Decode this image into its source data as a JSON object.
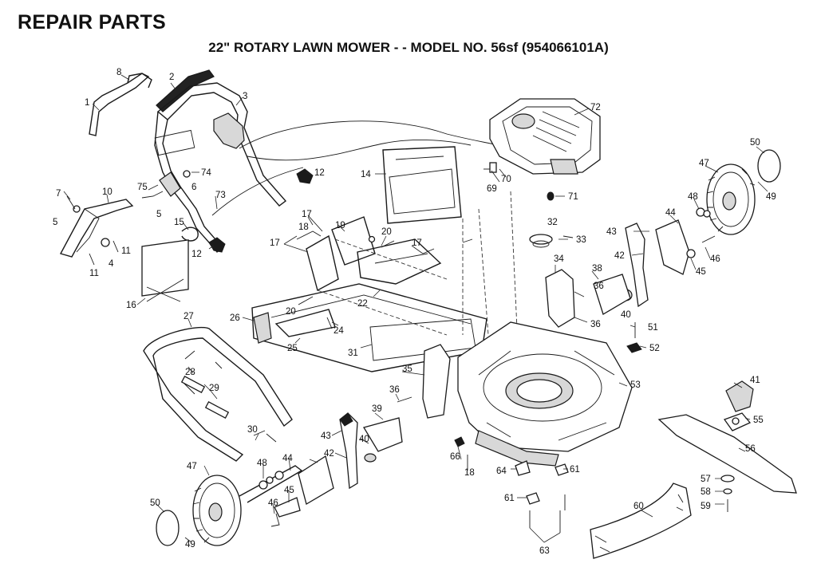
{
  "header": {
    "title": "REPAIR PARTS",
    "subtitle": "22\" ROTARY LAWN MOWER - - MODEL NO. 56sf (954066101A)"
  },
  "callouts": {
    "c1": "1",
    "c2": "2",
    "c3": "3",
    "c4": "4",
    "c5": "5",
    "c5b": "5",
    "c6": "6",
    "c7": "7",
    "c8": "8",
    "c10": "10",
    "c11a": "11",
    "c11b": "11",
    "c12a": "12",
    "c12b": "12",
    "c14": "14",
    "c15": "15",
    "c16": "16",
    "c17a": "17",
    "c17b": "17",
    "c17c": "17",
    "c18a": "18",
    "c18b": "18",
    "c19": "19",
    "c20a": "20",
    "c20b": "20",
    "c22": "22",
    "c24": "24",
    "c25": "25",
    "c26": "26",
    "c27": "27",
    "c28": "28",
    "c29": "29",
    "c30": "30",
    "c31": "31",
    "c32": "32",
    "c33": "33",
    "c34": "34",
    "c35": "35",
    "c36a": "36",
    "c36b": "36",
    "c36c": "36",
    "c38": "38",
    "c39": "39",
    "c40a": "40",
    "c40b": "40",
    "c41": "41",
    "c42a": "42",
    "c42b": "42",
    "c43a": "43",
    "c43b": "43",
    "c44a": "44",
    "c44b": "44",
    "c45a": "45",
    "c45b": "45",
    "c46a": "46",
    "c46b": "46",
    "c47a": "47",
    "c47b": "47",
    "c48a": "48",
    "c48b": "48",
    "c49a": "49",
    "c49b": "49",
    "c50a": "50",
    "c50b": "50",
    "c51": "51",
    "c52": "52",
    "c53": "53",
    "c55": "55",
    "c56": "56",
    "c57": "57",
    "c58": "58",
    "c59": "59",
    "c60": "60",
    "c61a": "61",
    "c61b": "61",
    "c63": "63",
    "c64": "64",
    "c66": "66",
    "c69": "69",
    "c70": "70",
    "c71": "71",
    "c72": "72",
    "c73": "73",
    "c74": "74",
    "c75": "75"
  }
}
